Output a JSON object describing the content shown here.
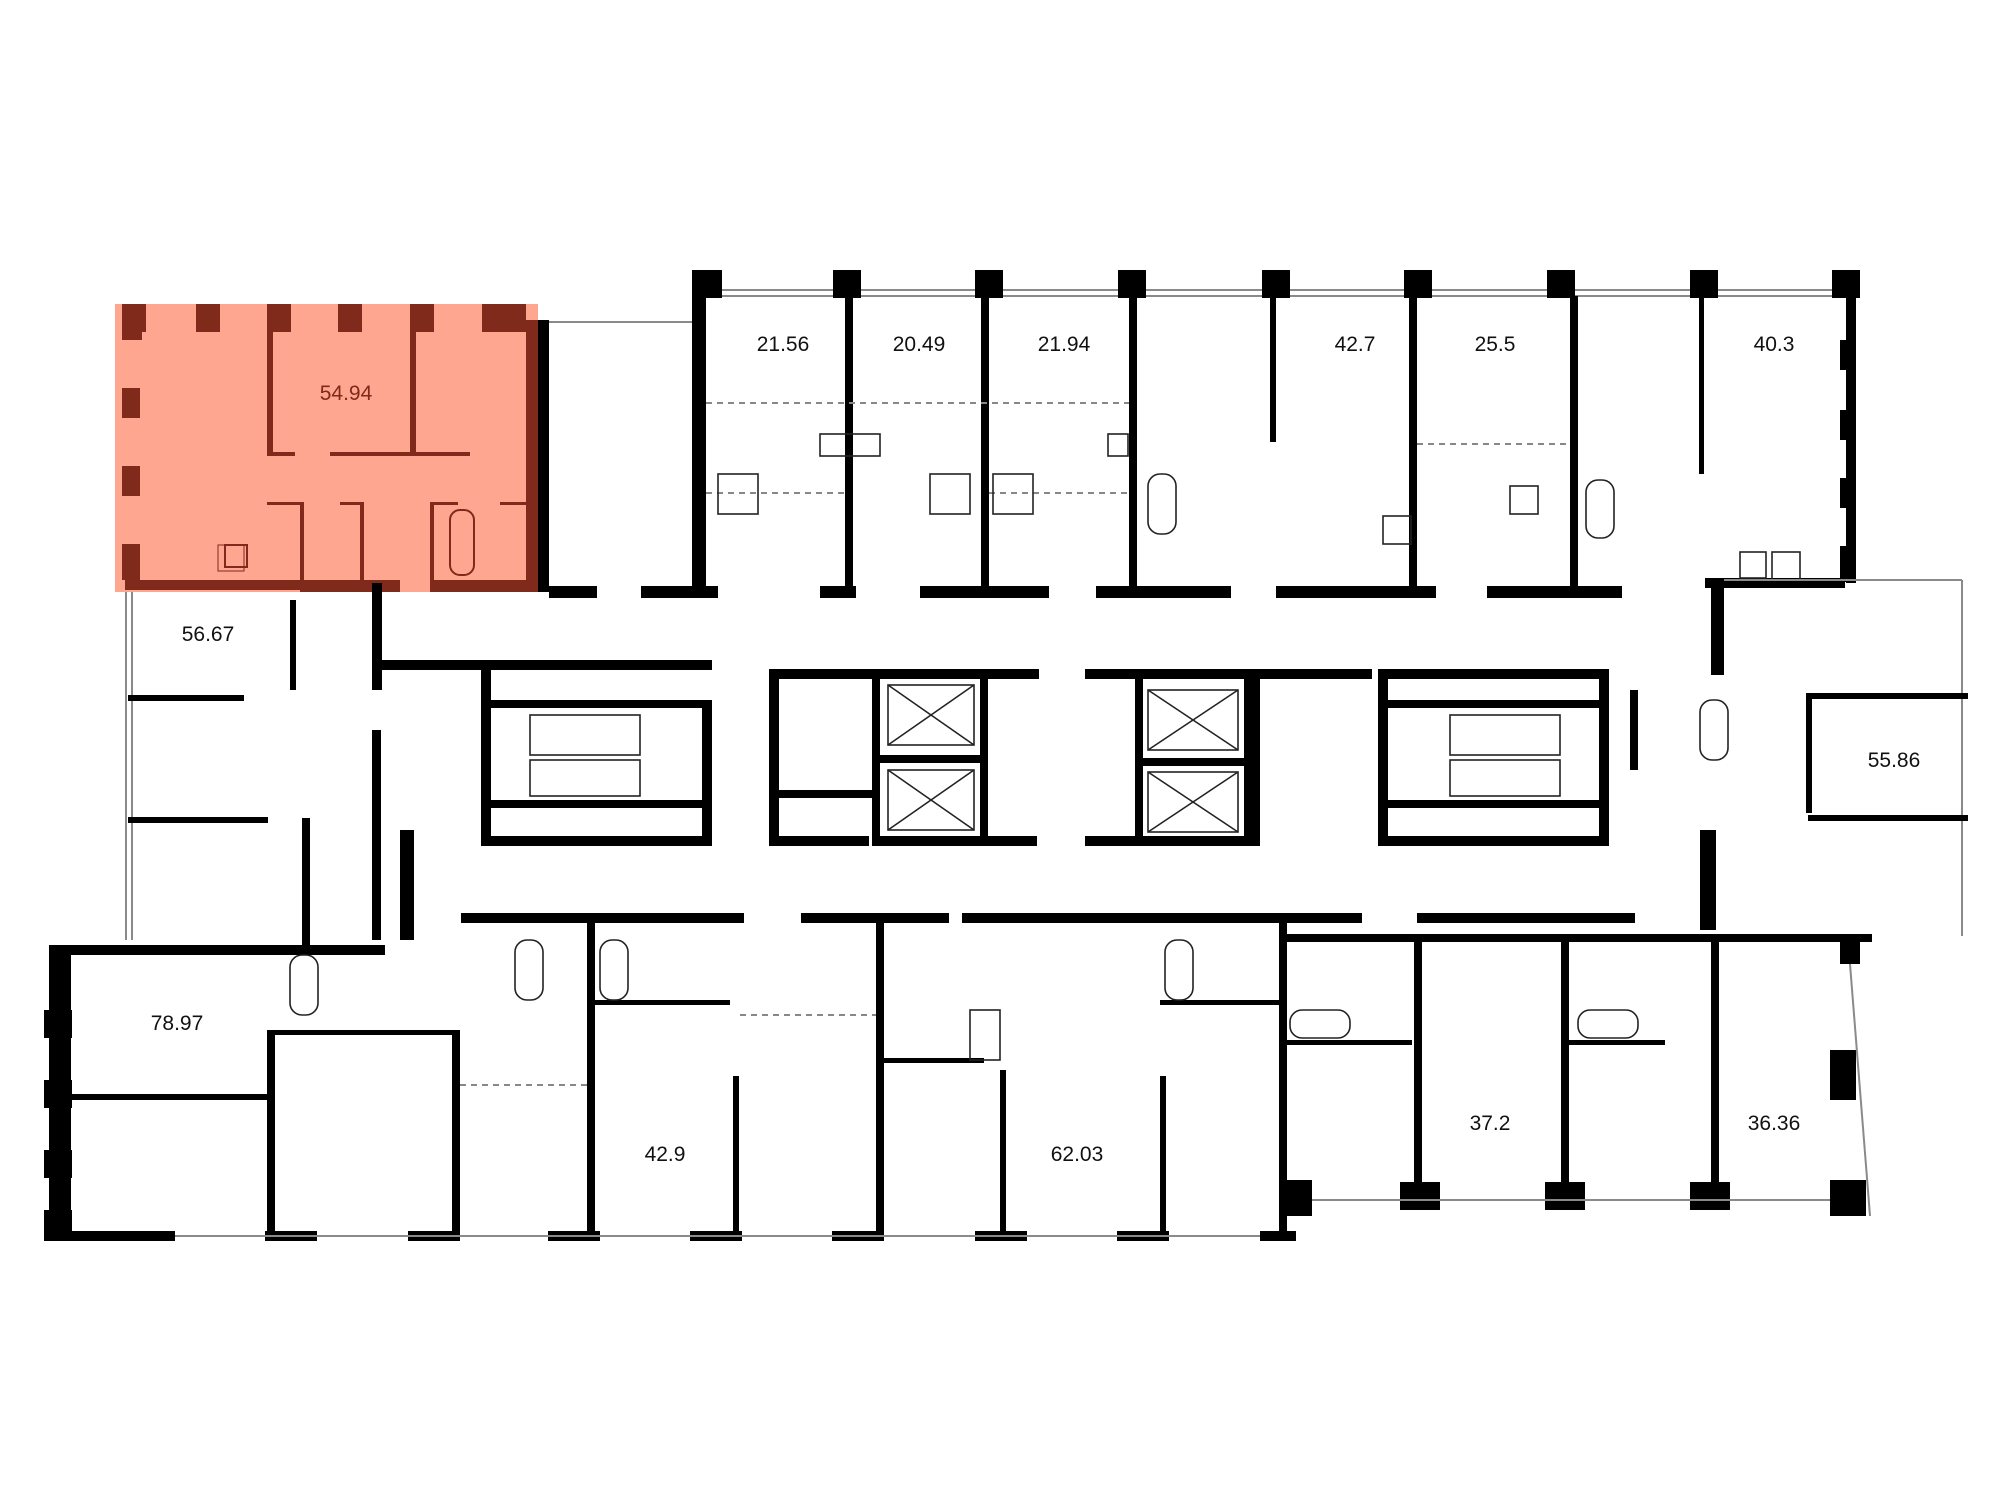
{
  "floor_plan": {
    "highlight_color": "#FFA690",
    "highlight_wall_color": "#7F2A1A",
    "selected_apartment": {
      "area": "54.94"
    },
    "apartments": [
      {
        "area": "56.67"
      },
      {
        "area": "78.97"
      },
      {
        "area": "21.56"
      },
      {
        "area": "20.49"
      },
      {
        "area": "21.94"
      },
      {
        "area": "42.7"
      },
      {
        "area": "25.5"
      },
      {
        "area": "40.3"
      },
      {
        "area": "55.86"
      },
      {
        "area": "42.9"
      },
      {
        "area": "62.03"
      },
      {
        "area": "37.2"
      },
      {
        "area": "36.36"
      }
    ]
  }
}
